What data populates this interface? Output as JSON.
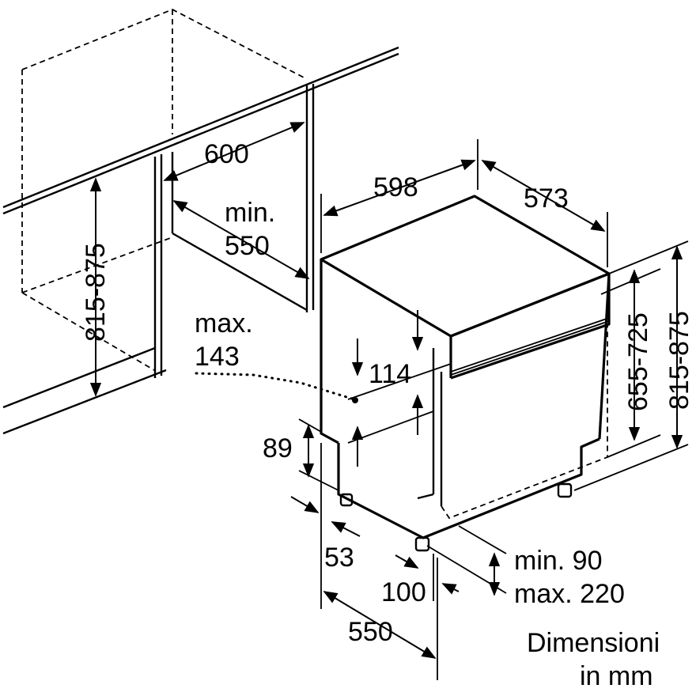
{
  "dimensions": {
    "niche_width": "600",
    "niche_depth_1": "min.",
    "niche_depth_2": "550",
    "niche_height": "815-875",
    "appliance_width": "598",
    "appliance_depth": "573",
    "appliance_height": "815-875",
    "appliance_height_inner": "655-725",
    "panel_max_1": "max.",
    "panel_max_2": "143",
    "panel_height": "114",
    "plinth": "89",
    "foot_offset": "53",
    "foot_depth": "100",
    "base_depth": "550",
    "plinth_gap_1": "min. 90",
    "plinth_gap_2": "max. 220"
  },
  "caption": {
    "line1": "Dimensioni",
    "line2": "in mm"
  }
}
